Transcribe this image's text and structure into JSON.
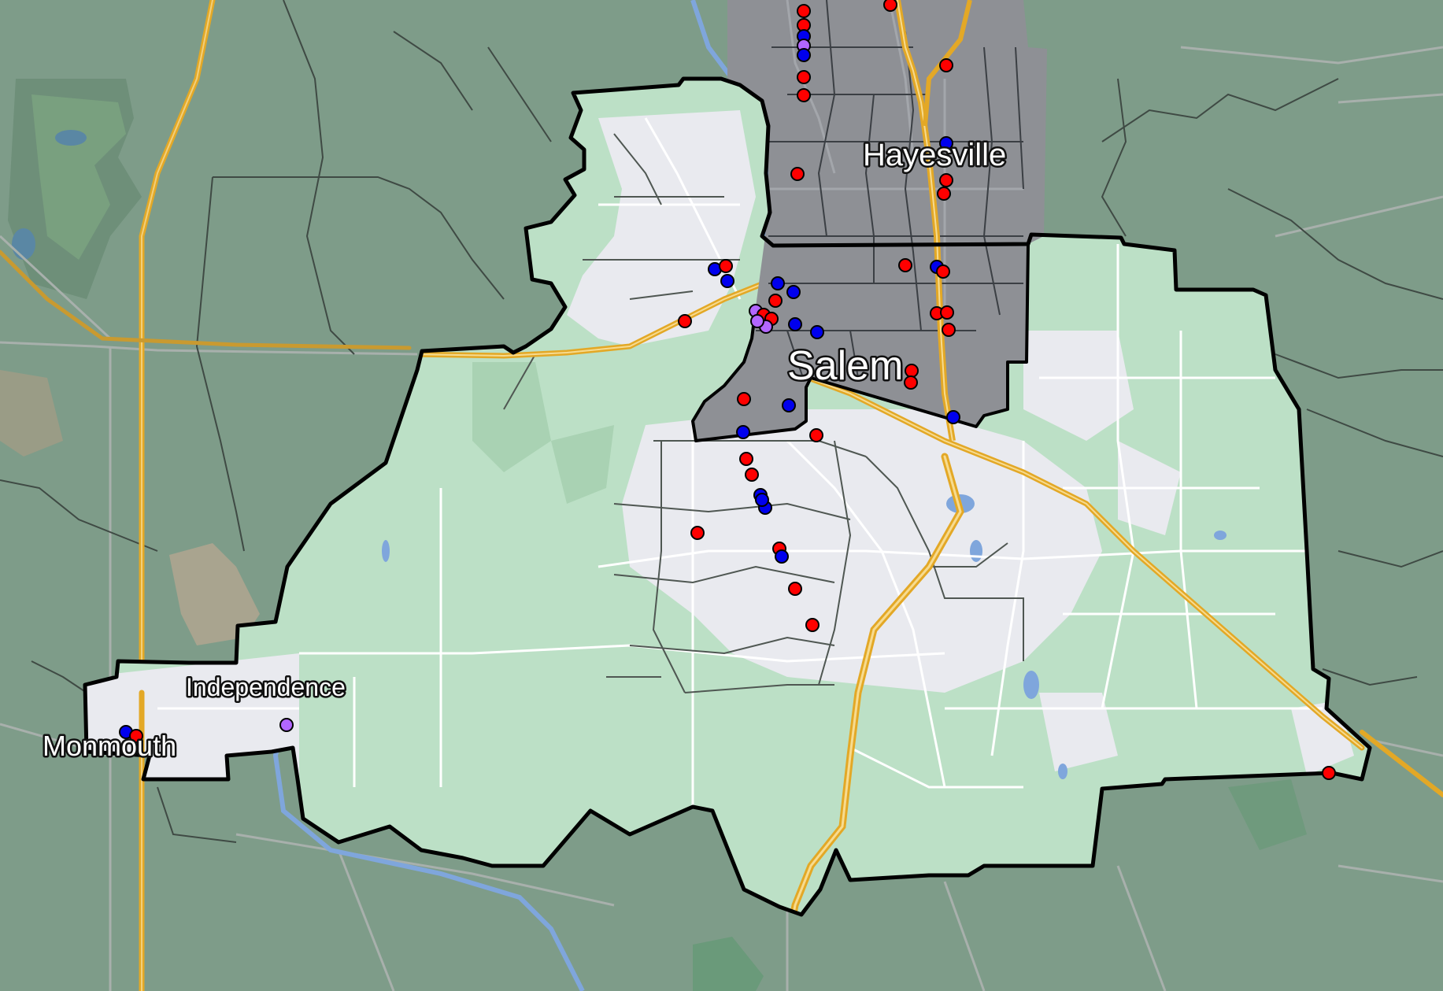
{
  "map": {
    "labels": {
      "salem": "Salem",
      "hayesville": "Hayesville",
      "independence": "Independence",
      "monmouth": "Monmouth"
    },
    "colors": {
      "background": "#7e9c89",
      "district_fill": "#bce0c6",
      "urban_fill": "#e9eaef",
      "city_fill": "#8e9095",
      "highway": "#e3a826",
      "river": "#7fa6dc",
      "boundary": "#000000",
      "point_red": "#ff0000",
      "point_blue": "#0000ee",
      "point_violet": "#b266ff"
    }
  }
}
